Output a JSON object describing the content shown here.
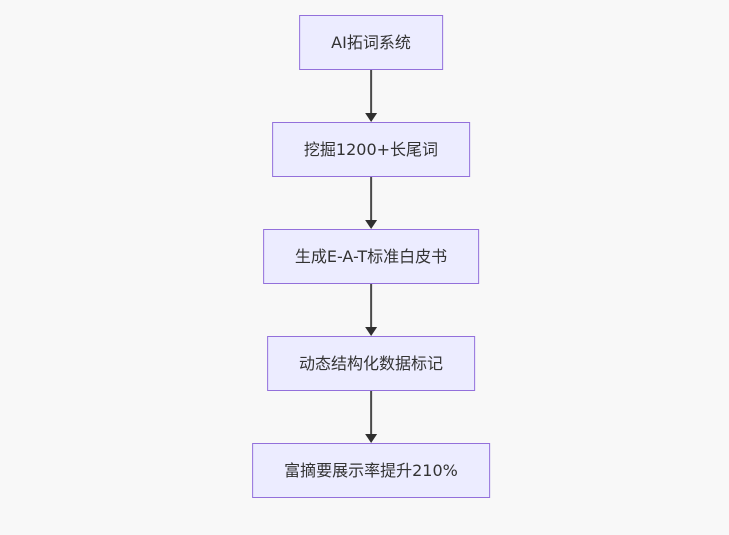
{
  "diagram": {
    "type": "flowchart-top-down",
    "colors": {
      "background": "#f8f8f8",
      "node_fill": "#ECECFF",
      "node_border": "#9370DB",
      "text": "#333333",
      "arrow": "#4a4a4a",
      "arrow_head": "#2f2f2f"
    },
    "nodes": [
      {
        "label": "AI拓词系统"
      },
      {
        "label": "挖掘1200+长尾词"
      },
      {
        "label": "生成E-A-T标准白皮书"
      },
      {
        "label": "动态结构化数据标记"
      },
      {
        "label": "富摘要展示率提升210%"
      }
    ],
    "edges": [
      {
        "from": 0,
        "to": 1
      },
      {
        "from": 1,
        "to": 2
      },
      {
        "from": 2,
        "to": 3
      },
      {
        "from": 3,
        "to": 4
      }
    ]
  }
}
